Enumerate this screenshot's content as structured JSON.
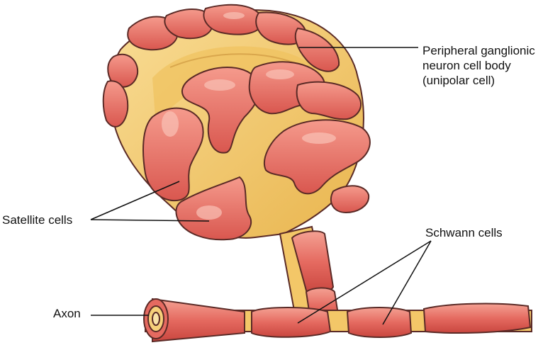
{
  "labels": {
    "neuron": [
      "Peripheral ganglionic",
      "neuron cell body",
      "(unipolar cell)"
    ],
    "satellite": "Satellite cells",
    "schwann": "Schwann cells",
    "axon": "Axon"
  },
  "colors": {
    "cell_fill": "#e8726a",
    "cell_highlight": "#f7b3a6",
    "cell_outline": "#5a2a26",
    "cytoplasm": "#f6d07a",
    "cytoplasm_dark": "#e8b24a",
    "leader_line": "#111111"
  }
}
